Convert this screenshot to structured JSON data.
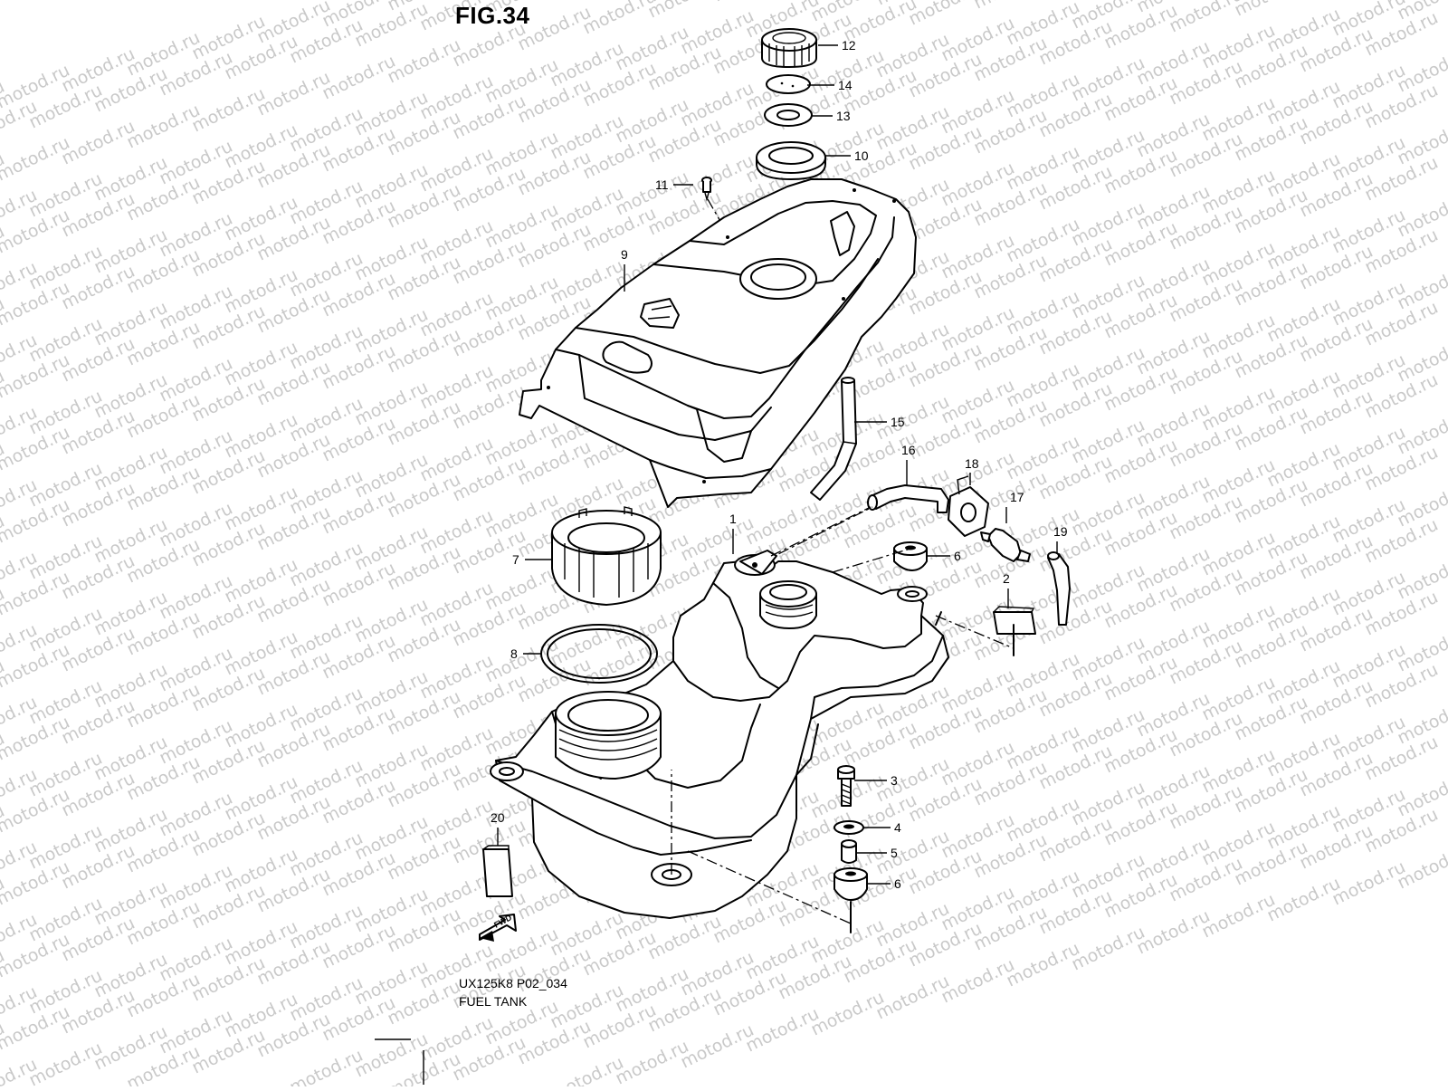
{
  "figure": {
    "title": "FIG.34",
    "code": "UX125K8 P02_034",
    "caption": "FUEL TANK",
    "watermark": "motod.ru",
    "direction_label": "FWD"
  },
  "callouts": [
    {
      "num": "12",
      "part": "fuel-cap"
    },
    {
      "num": "14",
      "part": "cap-gasket"
    },
    {
      "num": "13",
      "part": "cap-seal"
    },
    {
      "num": "10",
      "part": "filler-grommet"
    },
    {
      "num": "11",
      "part": "screw"
    },
    {
      "num": "9",
      "part": "tank-cover"
    },
    {
      "num": "15",
      "part": "drain-hose"
    },
    {
      "num": "16",
      "part": "breather-hose"
    },
    {
      "num": "18",
      "part": "valve-bracket"
    },
    {
      "num": "17",
      "part": "check-valve"
    },
    {
      "num": "19",
      "part": "hose"
    },
    {
      "num": "1",
      "part": "fuel-tank"
    },
    {
      "num": "7",
      "part": "pump-lock-ring"
    },
    {
      "num": "6",
      "part": "cushion-upper"
    },
    {
      "num": "2",
      "part": "cushion-pad"
    },
    {
      "num": "8",
      "part": "o-ring"
    },
    {
      "num": "3",
      "part": "bolt"
    },
    {
      "num": "4",
      "part": "washer"
    },
    {
      "num": "5",
      "part": "collar"
    },
    {
      "num": "6",
      "part": "cushion-lower"
    },
    {
      "num": "20",
      "part": "label-pad"
    }
  ]
}
